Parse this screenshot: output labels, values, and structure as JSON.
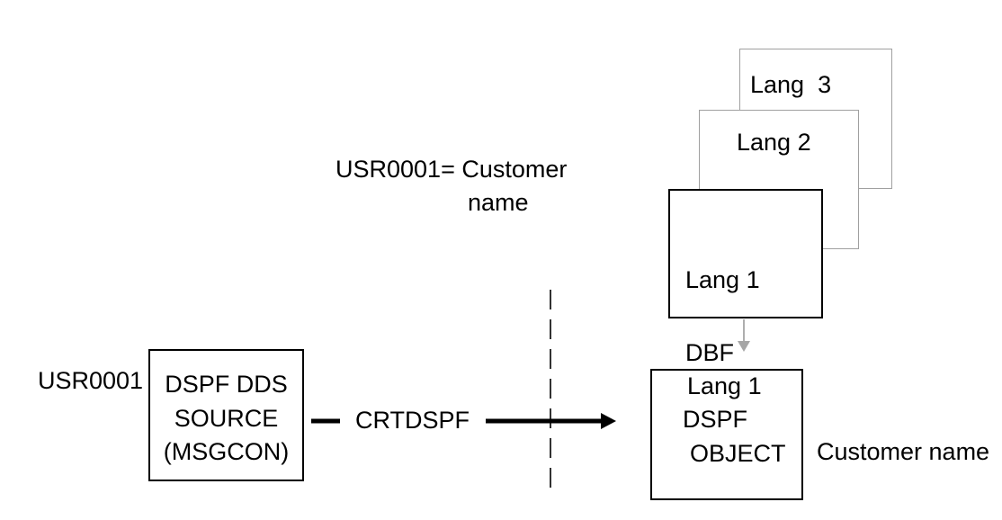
{
  "annotation": {
    "line1": "USR0001= Customer",
    "line2": "name"
  },
  "source": {
    "external_label": "USR0001",
    "box_lines": [
      "DSPF DDS",
      "SOURCE",
      "(MSGCON)"
    ]
  },
  "command": {
    "label": "CRTDSPF"
  },
  "lang_stack": {
    "back_box_label": "Lang  3",
    "middle_box_label": "Lang 2",
    "front_box_lines": [
      "Lang 1",
      "DBF"
    ]
  },
  "object": {
    "box_lines": [
      "Lang 1",
      "DSPF",
      "OBJECT"
    ],
    "external_label": "Customer name"
  },
  "colors": {
    "ink": "#000000",
    "light_box_border": "#a0a0a0",
    "gray_arrow": "#a6a6a6",
    "background": "#ffffff"
  }
}
